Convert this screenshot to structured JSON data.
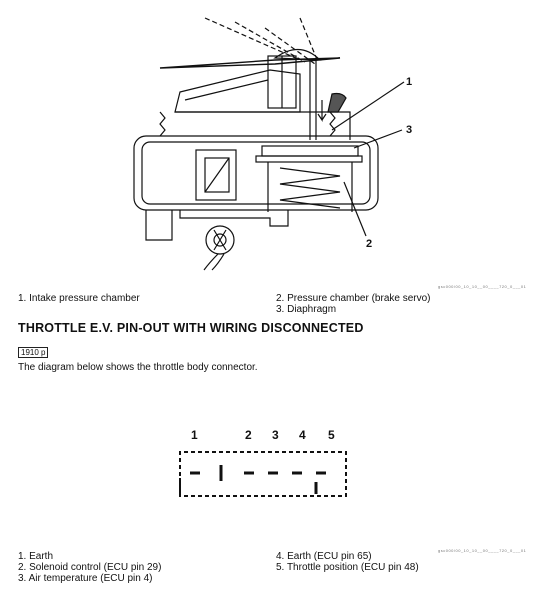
{
  "figure_top": {
    "callouts": [
      "1",
      "3",
      "2"
    ],
    "ref_code": "gsc000/00_10_10__00____720_0___01"
  },
  "legend_top": {
    "left": [
      "1. Intake pressure chamber"
    ],
    "right": [
      "2. Pressure chamber (brake servo)",
      "3. Diaphragm"
    ]
  },
  "section": {
    "title": "THROTTLE E.V. PIN-OUT WITH WIRING DISCONNECTED",
    "tag": "1910 p",
    "intro": "The diagram below shows the throttle body connector."
  },
  "connector": {
    "pins": [
      "1",
      "2",
      "3",
      "4",
      "5"
    ],
    "ref_code": "gsc000/00_10_10__00____720_0___01"
  },
  "legend_bottom": {
    "left": [
      "1. Earth",
      "2. Solenoid control (ECU pin 29)",
      "3. Air temperature (ECU pin 4)"
    ],
    "right": [
      "4. Earth (ECU pin 65)",
      "5. Throttle position (ECU pin 48)"
    ]
  }
}
